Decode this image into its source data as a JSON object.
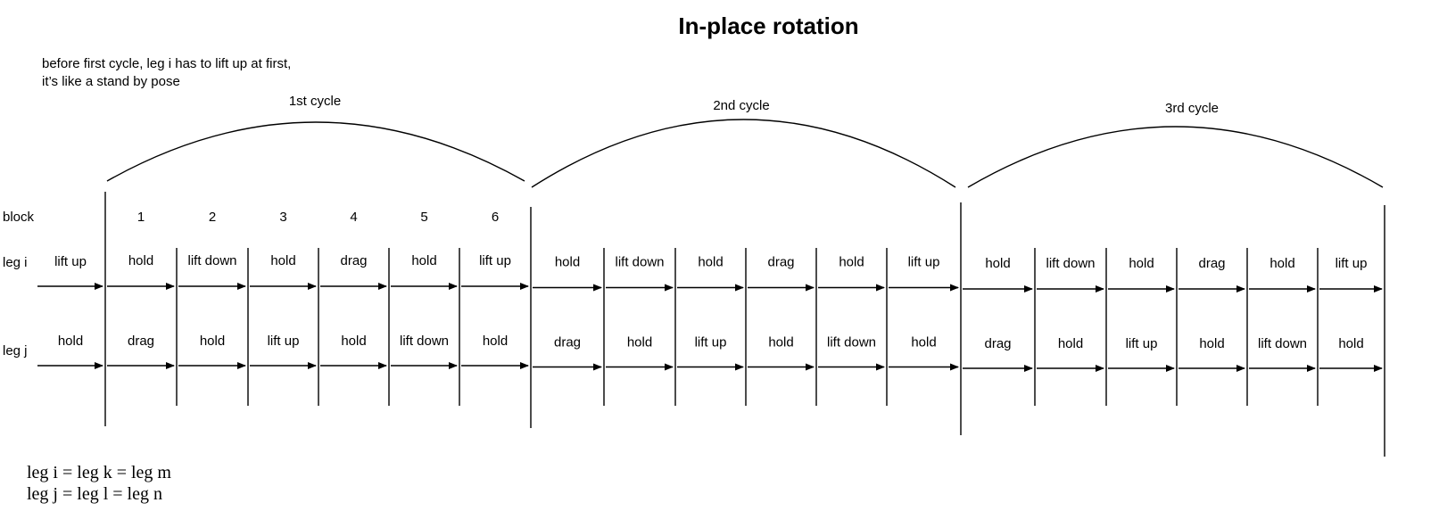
{
  "title": "In-place rotation",
  "note": {
    "line1": "before first cycle, leg i has to lift up at first,",
    "line2": "it’s like a stand by pose"
  },
  "row_labels": {
    "block": "block",
    "leg_i": "leg i",
    "leg_j": "leg j"
  },
  "standby": {
    "leg_i": "lift up",
    "leg_j": "hold"
  },
  "cycles": [
    {
      "label": "1st cycle",
      "blocks": [
        "1",
        "2",
        "3",
        "4",
        "5",
        "6"
      ],
      "leg_i": [
        "hold",
        "lift down",
        "hold",
        "drag",
        "hold",
        "lift up"
      ],
      "leg_j": [
        "drag",
        "hold",
        "lift up",
        "hold",
        "lift down",
        "hold"
      ]
    },
    {
      "label": "2nd cycle",
      "blocks": [
        "",
        "",
        "",
        "",
        "",
        ""
      ],
      "leg_i": [
        "hold",
        "lift down",
        "hold",
        "drag",
        "hold",
        "lift up"
      ],
      "leg_j": [
        "drag",
        "hold",
        "lift up",
        "hold",
        "lift down",
        "hold"
      ]
    },
    {
      "label": "3rd cycle",
      "blocks": [
        "",
        "",
        "",
        "",
        "",
        ""
      ],
      "leg_i": [
        "hold",
        "lift down",
        "hold",
        "drag",
        "hold",
        "lift up"
      ],
      "leg_j": [
        "drag",
        "hold",
        "lift up",
        "hold",
        "lift down",
        "hold"
      ]
    }
  ],
  "equations": {
    "line1": "leg i = leg k = leg m",
    "line2": "leg j = leg l = leg n"
  }
}
